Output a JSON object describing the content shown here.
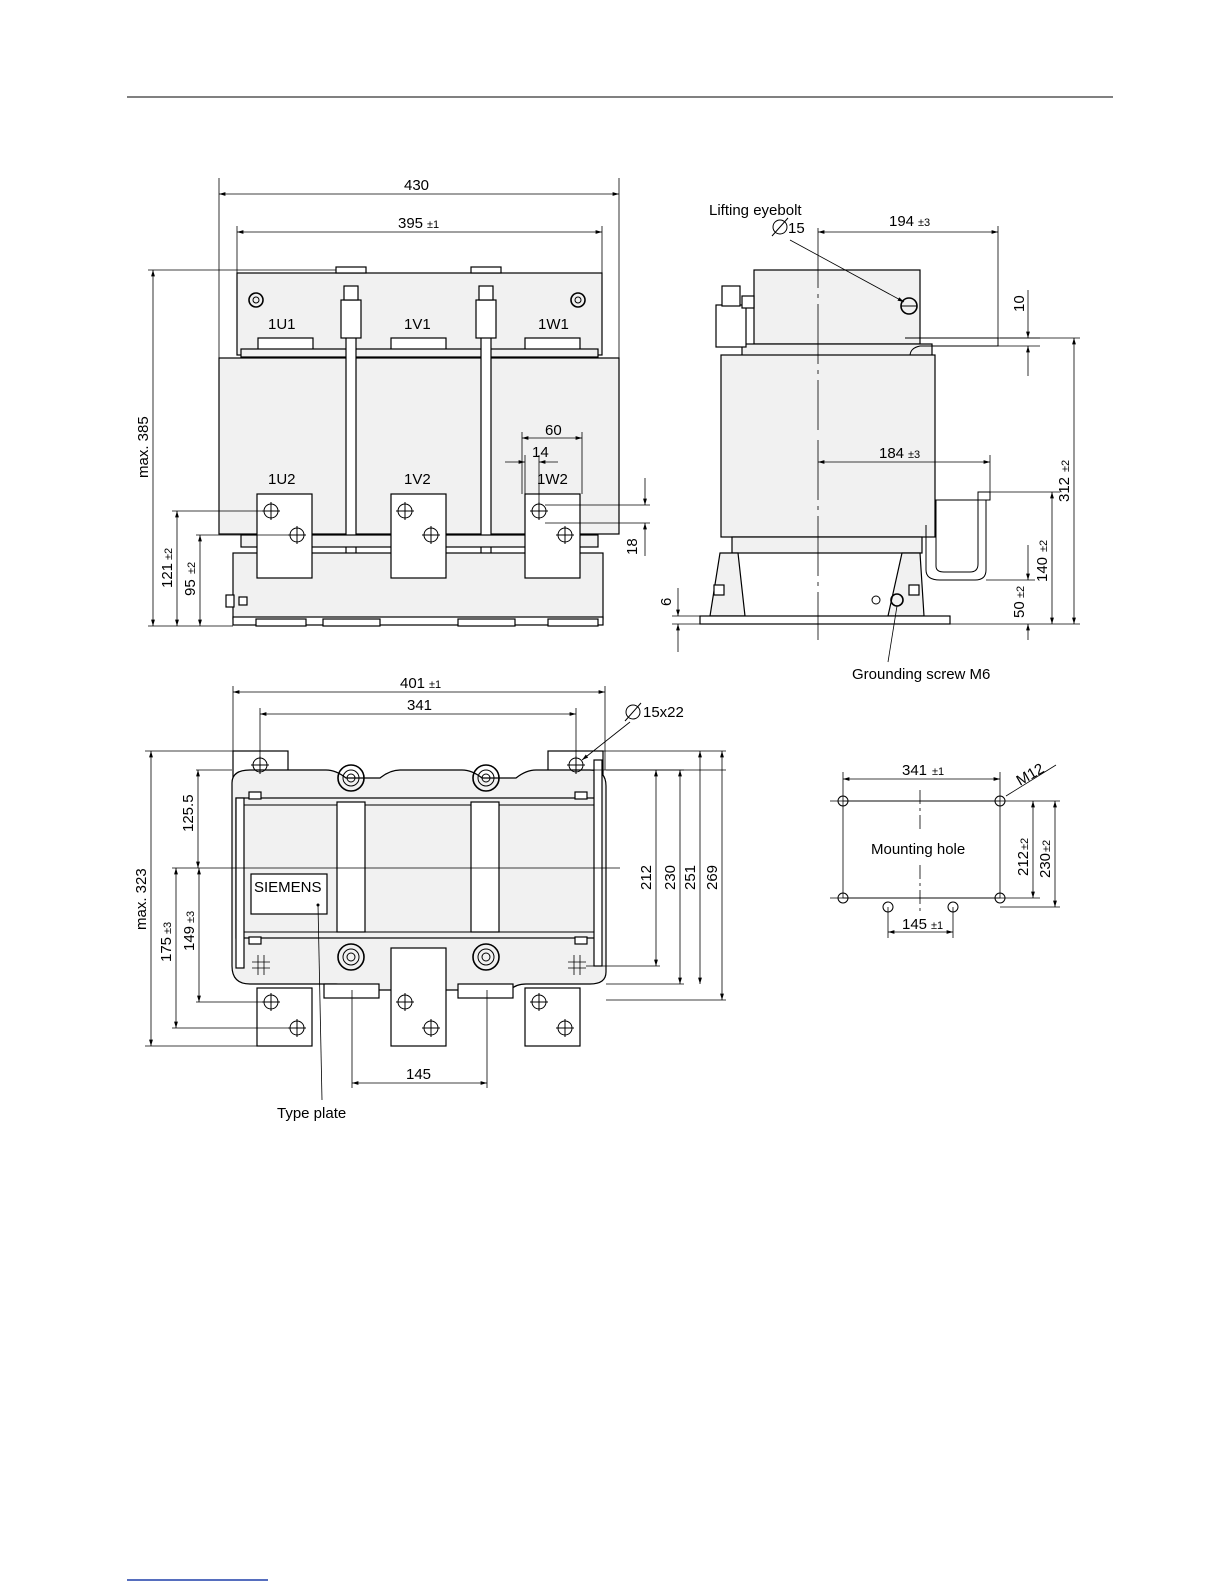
{
  "front_view": {
    "width_overall": "430",
    "width_inner": "395",
    "width_inner_tol": "±1",
    "height_max": "max. 385",
    "terminal_top": [
      "1U1",
      "1V1",
      "1W1"
    ],
    "terminal_bottom": [
      "1U2",
      "1V2",
      "1W2"
    ],
    "terminal_width": "60",
    "hole_offset": "14",
    "terminal_gap": "18",
    "terminal_height": "121",
    "terminal_height_tol": "±2",
    "base_height": "95",
    "base_height_tol": "±2"
  },
  "side_view": {
    "lifting_label": "Lifting eyebolt",
    "lifting_dia": "15",
    "depth_top": "194",
    "depth_top_tol": "±3",
    "depth_mid": "184",
    "depth_mid_tol": "±3",
    "plate_thk": "10",
    "height": "312",
    "height_tol": "±2",
    "h_140": "140",
    "h_140_tol": "±2",
    "h_50": "50",
    "h_50_tol": "±2",
    "base_thk": "6",
    "grounding_label": "Grounding screw M6"
  },
  "top_view": {
    "width_401": "401",
    "width_401_tol": "±1",
    "width_341": "341",
    "slot_dia": "15x22",
    "max_depth": "max. 323",
    "d_125": "125.5",
    "d_175": "175",
    "d_175_tol": "±3",
    "d_149": "149",
    "d_149_tol": "±3",
    "d_212": "212",
    "d_230": "230",
    "d_251": "251",
    "d_269": "269",
    "bottom_145": "145",
    "brand": "SIEMENS",
    "type_plate_label": "Type plate"
  },
  "mounting": {
    "width_341": "341",
    "width_341_tol": "±1",
    "bolt": "M12",
    "label": "Mounting hole",
    "h_212": "212",
    "h_212_tol": "±2",
    "h_230": "230",
    "h_230_tol": "±2",
    "w_145": "145",
    "w_145_tol": "±1"
  }
}
